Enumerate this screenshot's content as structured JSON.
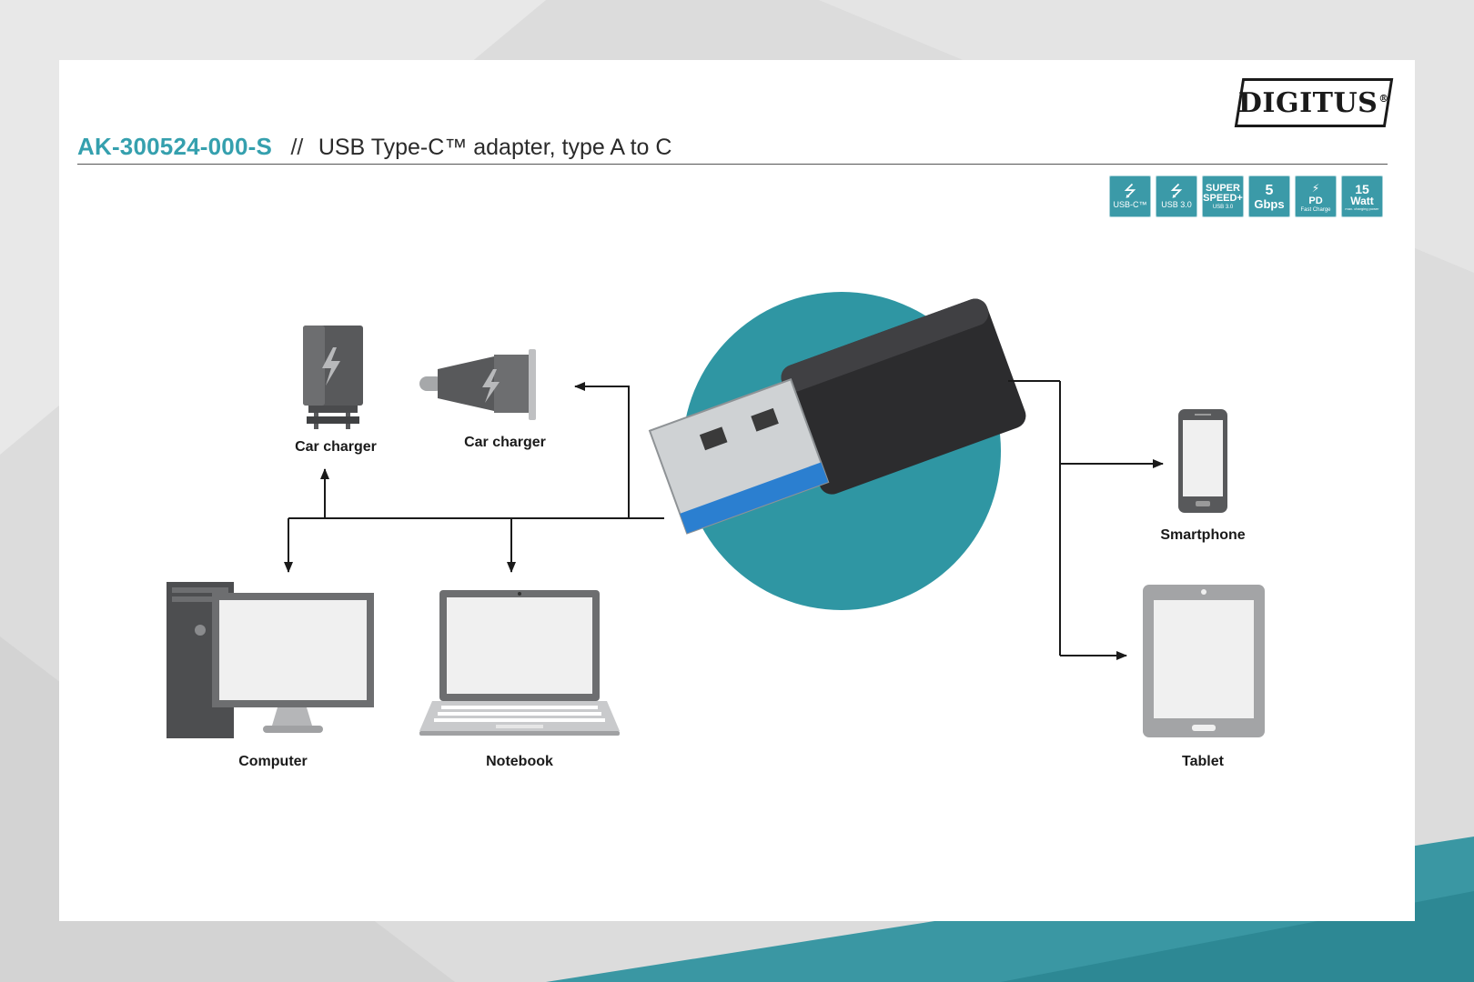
{
  "brand": {
    "logo_text": "DIGITUS",
    "registered": "®"
  },
  "header": {
    "model": "AK-300524-000-S",
    "separator": "//",
    "description": "USB Type-C™ adapter, type A to C"
  },
  "badges": [
    {
      "icon": "usb-symbol-icon",
      "label": "USB-C™"
    },
    {
      "icon": "usb-symbol-icon",
      "label": "USB 3.0"
    },
    {
      "line1": "SUPER",
      "line2": "SPEED+",
      "sub": "USB 3.0"
    },
    {
      "top": "5",
      "bottom": "Gbps"
    },
    {
      "icon": "fast-charge-icon",
      "label": "PD",
      "sub": "Fast Charge"
    },
    {
      "top": "15",
      "bottom": "Watt",
      "sub": "max. charging power"
    }
  ],
  "devices": {
    "charger_left": "Car charger",
    "charger_right": "Car charger",
    "computer": "Computer",
    "notebook": "Notebook",
    "smartphone": "Smartphone",
    "tablet": "Tablet"
  },
  "colors": {
    "accent": "#35a0ae",
    "circle": "#2f96a3",
    "usb_blue": "#2b7fd0",
    "device_dark": "#58595b",
    "device_light": "#9a9a9a"
  }
}
